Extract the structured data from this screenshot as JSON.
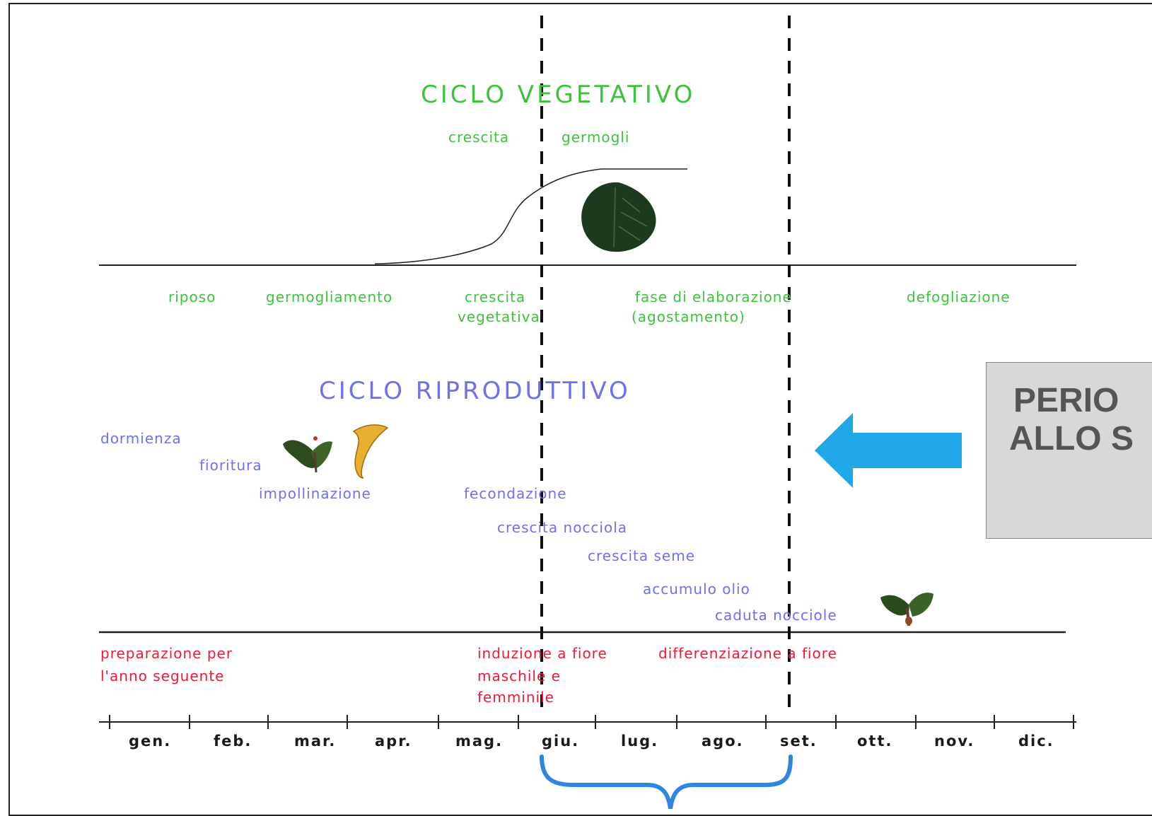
{
  "vegetative": {
    "title": "CICLO VEGETATIVO",
    "growth_label_1": "crescita",
    "growth_label_2": "germogli",
    "phases": [
      "riposo",
      "germogliamento",
      "crescita",
      "vegetativa",
      "fase di elaborazione",
      "(agostamento)",
      "defogliazione"
    ]
  },
  "reproductive": {
    "title": "CICLO RIPRODUTTIVO",
    "stages": [
      "dormienza",
      "fioritura",
      "impollinazione",
      "fecondazione",
      "crescita nocciola",
      "crescita seme",
      "accumulo olio",
      "caduta nocciole"
    ]
  },
  "flower": {
    "items": [
      "preparazione per",
      "l'anno seguente",
      "induzione a fiore",
      "maschile e",
      "femminile",
      "differenziazione a fiore"
    ]
  },
  "months": [
    "gen.",
    "feb.",
    "mar.",
    "apr.",
    "mag.",
    "giu.",
    "lug.",
    "ago.",
    "set.",
    "ott.",
    "nov.",
    "dic."
  ],
  "callout": {
    "line1": "PERIO",
    "line2": "ALLO S"
  },
  "colors": {
    "green": "#3ec23e",
    "blue": "#6f6ff0",
    "red": "#f0183a",
    "arrow": "#1fa7e8",
    "brace": "#2f86e0"
  },
  "icons": [
    "leaf-icon",
    "flower-bud-icon",
    "catkin-icon",
    "hazelnut-cluster-icon",
    "arrow-left-icon",
    "curly-brace-icon"
  ]
}
